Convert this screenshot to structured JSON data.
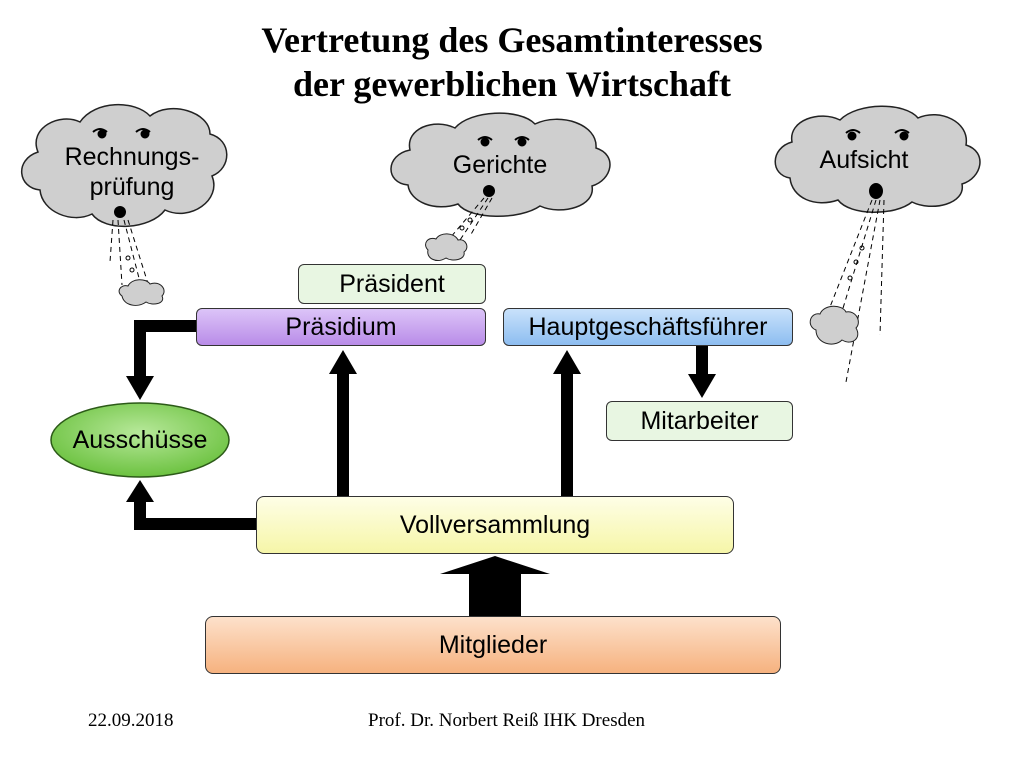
{
  "title": {
    "line1": "Vertretung des Gesamtinteresses",
    "line2": "der gewerblichen Wirtschaft"
  },
  "nodes": {
    "praesident": "Präsident",
    "praesidium": "Präsidium",
    "hauptgeschaeftsfuehrer": "Hauptgeschäftsführer",
    "mitarbeiter": "Mitarbeiter",
    "ausschuesse": "Ausschüsse",
    "vollversammlung": "Vollversammlung",
    "mitglieder": "Mitglieder"
  },
  "clouds": {
    "rechnungspruefung_line1": "Rechnungs-",
    "rechnungspruefung_line2": "prüfung",
    "gerichte": "Gerichte",
    "aufsicht": "Aufsicht"
  },
  "footer": {
    "date": "22.09.2018",
    "author": "Prof. Dr. Norbert Reiß IHK Dresden"
  },
  "colors": {
    "cloud_fill": "#cfcfcf",
    "praesident_fill": "#e8f6e2",
    "praesidium_fill": "#c9a5f0",
    "hgf_fill": "#a9cdf4",
    "mitarbeiter_fill": "#e8f6e2",
    "ausschuesse_fill": "#8fd36a",
    "vollversammlung_fill": "#fbfbc8",
    "mitglieder_fill": "#f8c8a4"
  }
}
